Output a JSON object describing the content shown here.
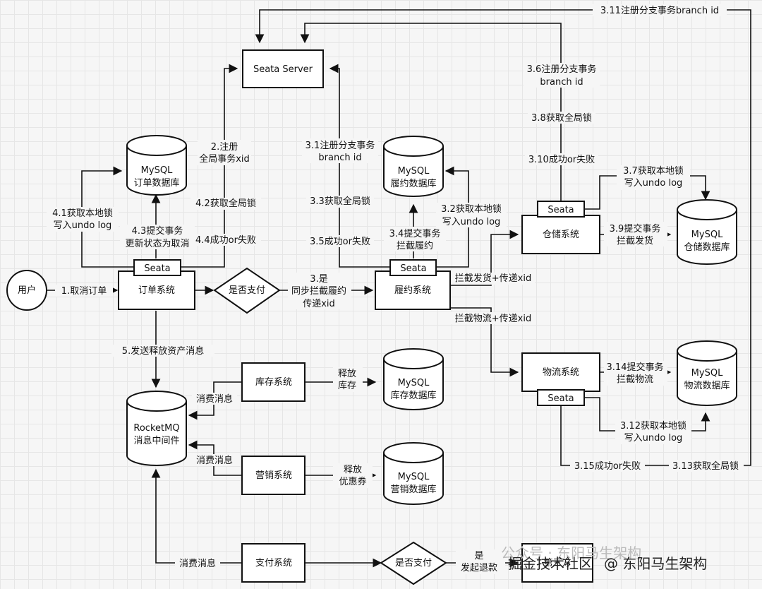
{
  "nodes": {
    "seata_server": "Seata Server",
    "user": "用户",
    "order_system": "订单系统",
    "is_paid_1": "是否支付",
    "fulfillment_system": "履约系统",
    "warehouse_system": "仓储系统",
    "logistics_system": "物流系统",
    "inventory_system": "库存系统",
    "marketing_system": "营销系统",
    "payment_system": "支付系统",
    "is_paid_2": "是否支付",
    "third_party": "第三方",
    "seata_order": "Seata",
    "seata_fulfillment": "Seata",
    "seata_warehouse": "Seata",
    "seata_logistics": "Seata"
  },
  "databases": {
    "order_db": [
      "MySQL",
      "订单数据库"
    ],
    "fulfillment_db": [
      "MySQL",
      "履约数据库"
    ],
    "warehouse_db": [
      "MySQL",
      "仓储数据库"
    ],
    "logistics_db": [
      "MySQL",
      "物流数据库"
    ],
    "inventory_db": [
      "MySQL",
      "库存数据库"
    ],
    "marketing_db": [
      "MySQL",
      "营销数据库"
    ],
    "rocketmq": [
      "RocketMQ",
      "消息中间件"
    ]
  },
  "edges": {
    "e1": "1.取消订单",
    "e2": [
      "2.注册",
      "全局事务xid"
    ],
    "e3": [
      "3.是",
      "同步拦截履约",
      "传递xid"
    ],
    "e3_1": [
      "3.1注册分支事务",
      "branch id"
    ],
    "e3_2": [
      "3.2获取本地锁",
      "写入undo log"
    ],
    "e3_3": "3.3获取全局锁",
    "e3_4": [
      "3.4提交事务",
      "拦截履约"
    ],
    "e3_5": "3.5成功or失败",
    "e3_6": [
      "3.6注册分支事务",
      "branch id"
    ],
    "e3_7": [
      "3.7获取本地锁",
      "写入undo log"
    ],
    "e3_8": "3.8获取全局锁",
    "e3_9": [
      "3.9提交事务",
      "拦截发货"
    ],
    "e3_10": "3.10成功or失败",
    "e3_11": "3.11注册分支事务branch id",
    "e3_12": [
      "3.12获取本地锁",
      "写入undo log"
    ],
    "e3_13": "3.13获取全局锁",
    "e3_14": [
      "3.14提交事务",
      "拦截物流"
    ],
    "e3_15": "3.15成功or失败",
    "e4_1": [
      "4.1获取本地锁",
      "写入undo log"
    ],
    "e4_2": "4.2获取全局锁",
    "e4_3": [
      "4.3提交事务",
      "更新状态为取消"
    ],
    "e4_4": "4.4成功or失败",
    "e5": "5.发送释放资产消息",
    "intercept_ship": "拦截发货+传递xid",
    "intercept_logistics": "拦截物流+传递xid",
    "consume_1": "消费消息",
    "consume_2": "消费消息",
    "consume_3": "消费消息",
    "release_inventory": [
      "释放",
      "库存"
    ],
    "release_coupon": [
      "释放",
      "优惠券"
    ],
    "refund": [
      "是",
      "发起退款"
    ]
  },
  "watermark": {
    "left": "掘金技术社区",
    "right": "@ 东阳马生架构",
    "faint": "公众号 · 东阳马生架构"
  }
}
